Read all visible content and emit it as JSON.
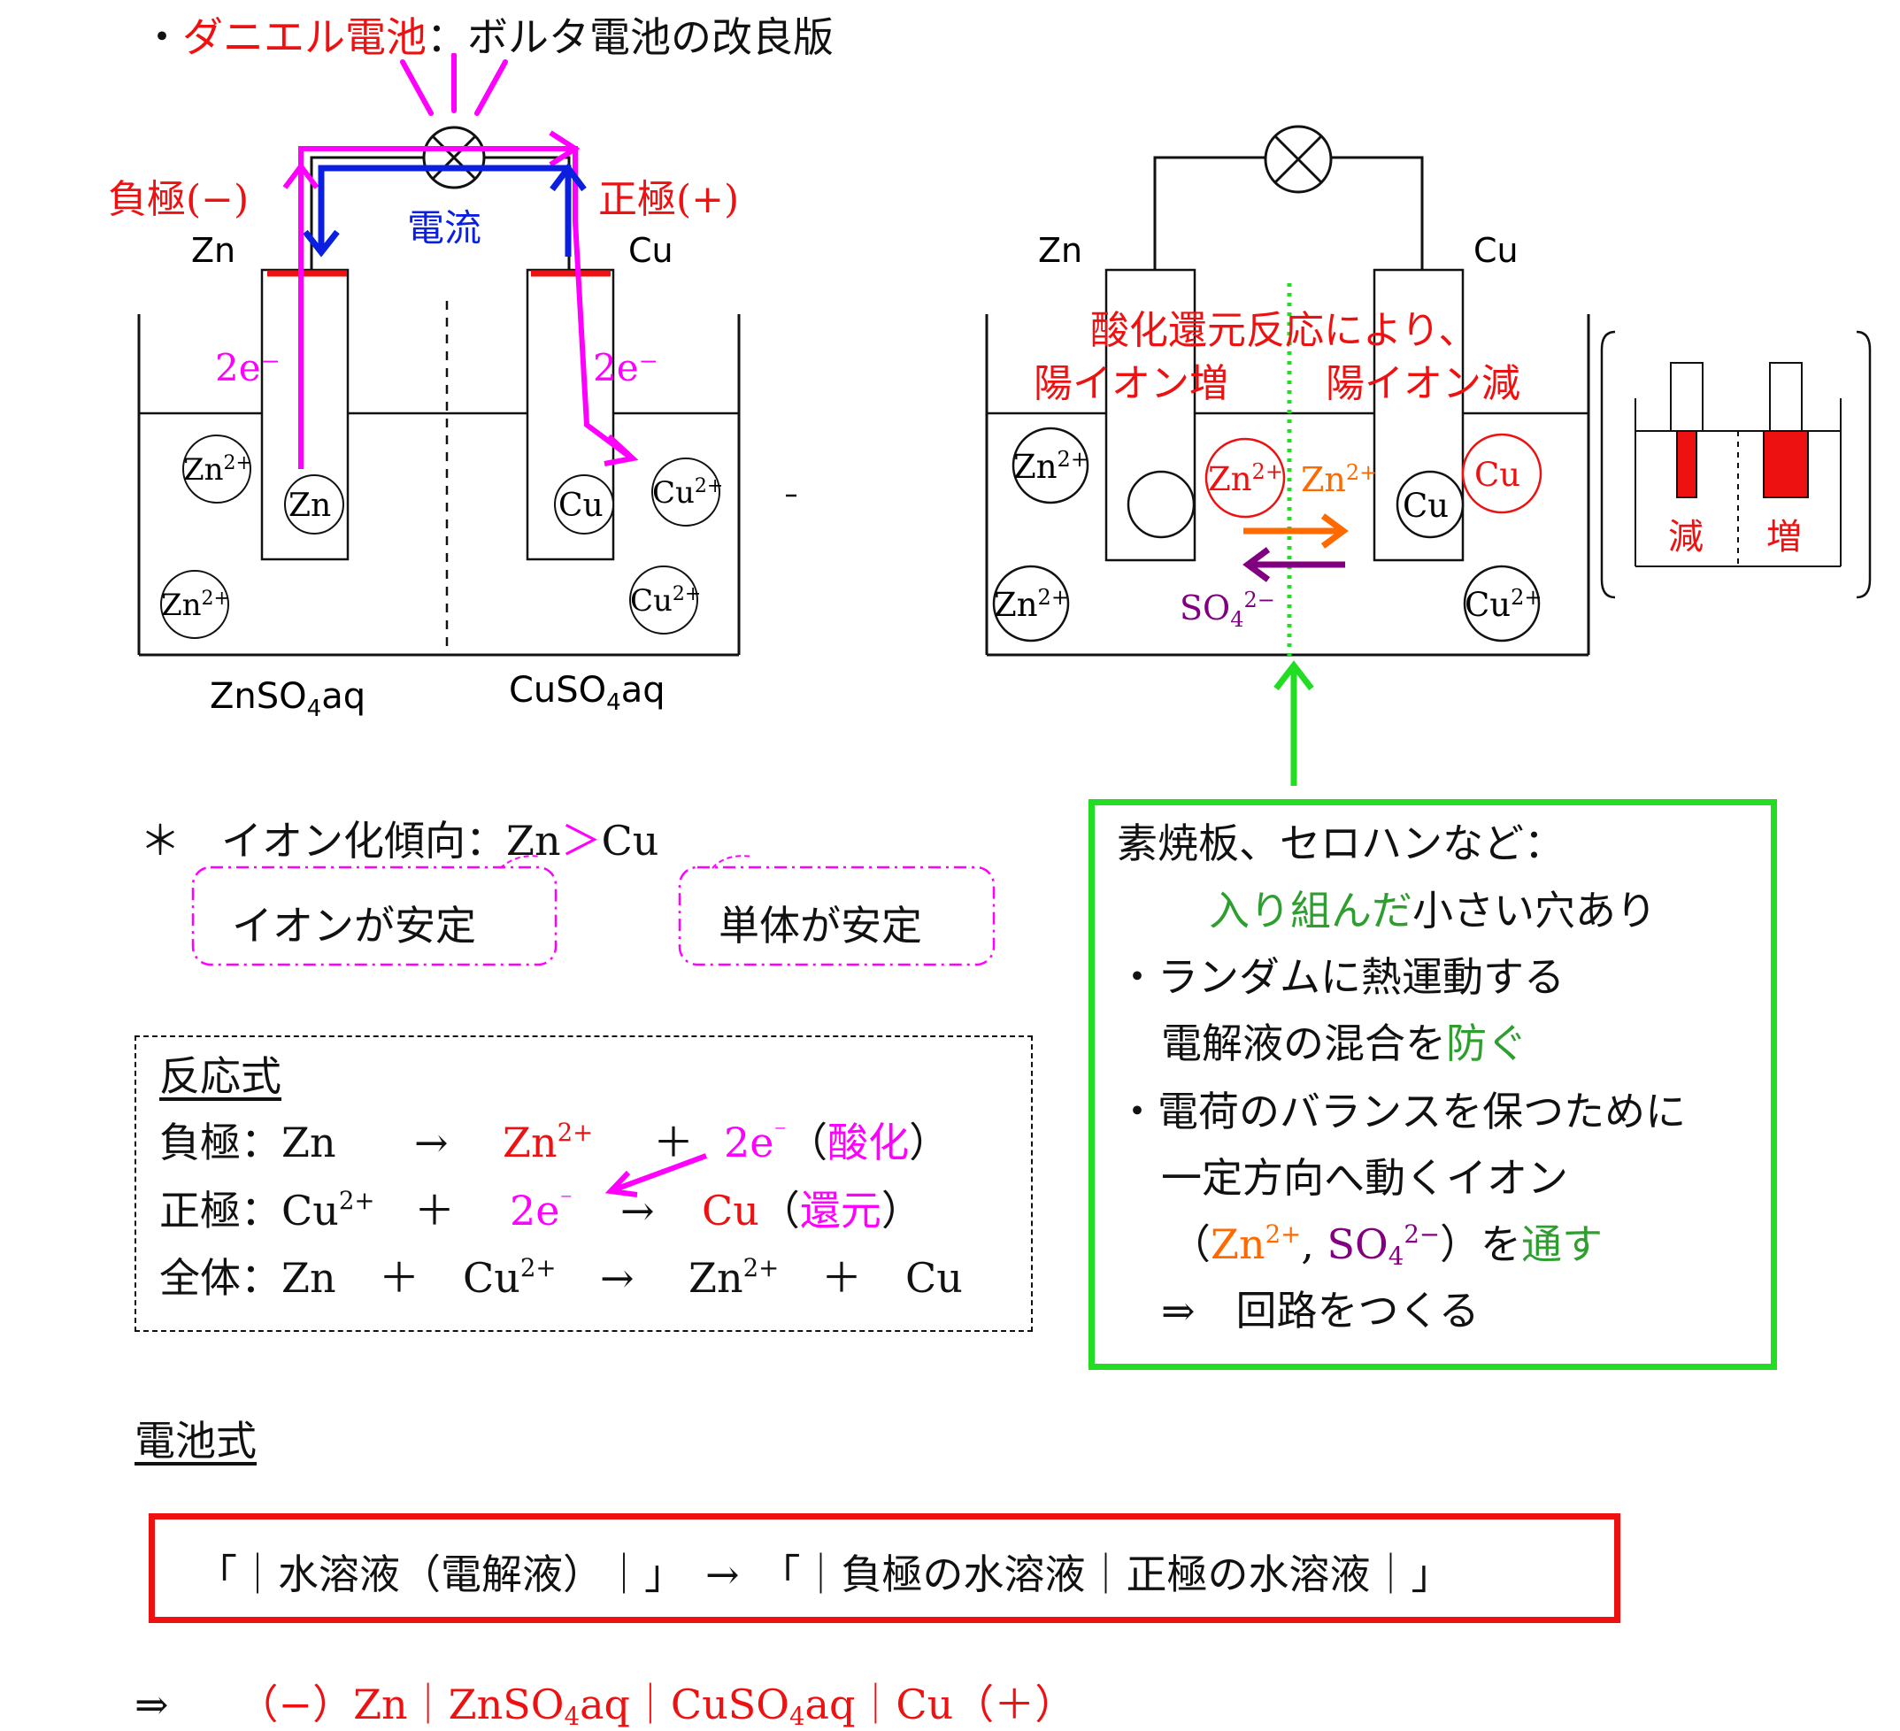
{
  "title": {
    "bullet": "・",
    "name": "ダニエル電池",
    "colon": "：",
    "desc": "ボルタ電池の改良版"
  },
  "left_cell": {
    "negative": "負極(−)",
    "positive": "正極(+)",
    "current": "電流",
    "electrode_left": "Zn",
    "electrode_right": "Cu",
    "electrons": "2e⁻",
    "ion_zn": "Zn",
    "ion_cu": "Cu",
    "charge": "2+",
    "atom_zn": "Zn",
    "atom_cu": "Cu",
    "sol_left_main": "ZnSO",
    "sol_left_sub": "4",
    "sol_left_end": "aq",
    "sol_right_main": "CuSO",
    "sol_right_sub": "4",
    "sol_right_end": "aq"
  },
  "right_cell": {
    "electrode_left": "Zn",
    "electrode_right": "Cu",
    "redox_note_1": "酸化還元反応により、",
    "redox_note_2_left": "陽イオン増",
    "redox_note_2_right": "陽イオン減",
    "ion_zn": "Zn",
    "charge": "2+",
    "cu": "Cu",
    "moving_zn": "Zn",
    "moving_so4": "SO",
    "so4_sub": "4",
    "so4_charge": "2−",
    "inset_decrease": "減",
    "inset_increase": "増"
  },
  "tendency": {
    "star": "＊",
    "label": "イオン化傾向：",
    "zn": "Zn",
    "gt": "＞",
    "cu": "Cu",
    "bubble_left": "イオンが安定",
    "bubble_right": "単体が安定"
  },
  "reactions": {
    "heading": "反応式",
    "neg_label": "負極：",
    "pos_label": "正極：",
    "all_label": "全体：",
    "zn": "Zn",
    "cu": "Cu",
    "arrow": "→",
    "plus": "＋",
    "sup2": "2+",
    "two_e": "2e",
    "minus_sup": "⁻",
    "lp": "（",
    "rp": "）",
    "oxidation": "酸化",
    "reduction": "還元"
  },
  "separator_box": {
    "line1": "素焼板、セロハンなど：",
    "line2_green": "入り組んだ",
    "line2_rest": "小さい穴あり",
    "line3": "・ランダムに熱運動する",
    "line4_main": "電解液の混合を",
    "line4_green": "防ぐ",
    "line5": "・電荷のバランスを保つために",
    "line6": "一定方向へ動くイオン",
    "line7_lp": "（",
    "line7_zn": "Zn",
    "line7_zn_sup": "2+",
    "line7_comma": ",",
    "line7_so": "SO",
    "line7_so_sub": "4",
    "line7_so_sup": "2−",
    "line7_rp": "）を",
    "line7_green": "通す",
    "line8": "⇒　回路をつくる"
  },
  "cell_notation": {
    "heading": "電池式",
    "box_text": "「｜水溶液（電解液）｜」　→　「｜負極の水溶液｜正極の水溶液｜」",
    "result_arrow": "⇒",
    "result_a": "（−）Zn｜ZnSO",
    "result_sub1": "4",
    "result_b": "aq｜CuSO",
    "result_sub2": "4",
    "result_c": "aq｜Cu（＋）"
  },
  "colors": {
    "red": "#ee1111",
    "magenta": "#ff00ff",
    "blue": "#0a1fe0",
    "green": "#22dd22",
    "dark_green": "#2e9e2e",
    "orange": "#ff6a00",
    "purple": "#800080"
  }
}
